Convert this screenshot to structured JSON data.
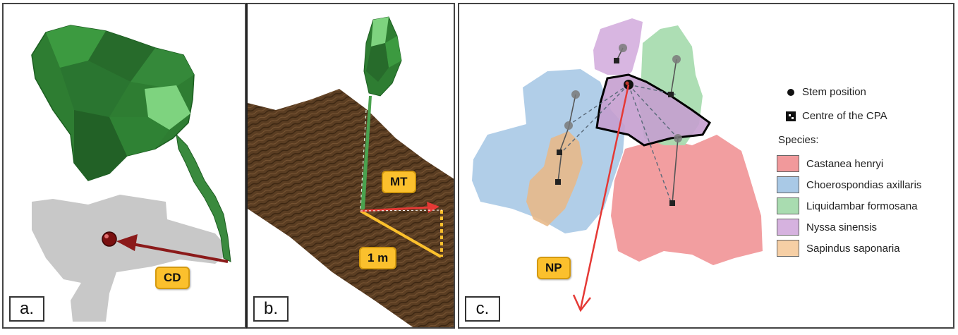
{
  "panels": {
    "a": {
      "letter": "a.",
      "tag": "CD"
    },
    "b": {
      "letter": "b.",
      "tag_mt": "MT",
      "tag_scale": "1 m"
    },
    "c": {
      "letter": "c.",
      "tag": "NP"
    }
  },
  "legend": {
    "stem_position": "Stem position",
    "cpa_centre": "Centre of the CPA",
    "species_heading": "Species:",
    "species": [
      {
        "name": "Castanea henryi",
        "color": "#f1999b"
      },
      {
        "name": "Choerospondias axillaris",
        "color": "#a9c9e6"
      },
      {
        "name": "Liquidambar formosana",
        "color": "#a9dcb0"
      },
      {
        "name": "Nyssa sinensis",
        "color": "#d6b2df"
      },
      {
        "name": "Sapindus saponaria",
        "color": "#f6cfa5"
      }
    ]
  },
  "colors": {
    "crown_green": "#2f7d32",
    "arrow_red": "#e53935",
    "tag_yellow": "#fbc02d",
    "projection_gray": "#c8c8c8",
    "terrain_brown": "#5a3d22"
  }
}
